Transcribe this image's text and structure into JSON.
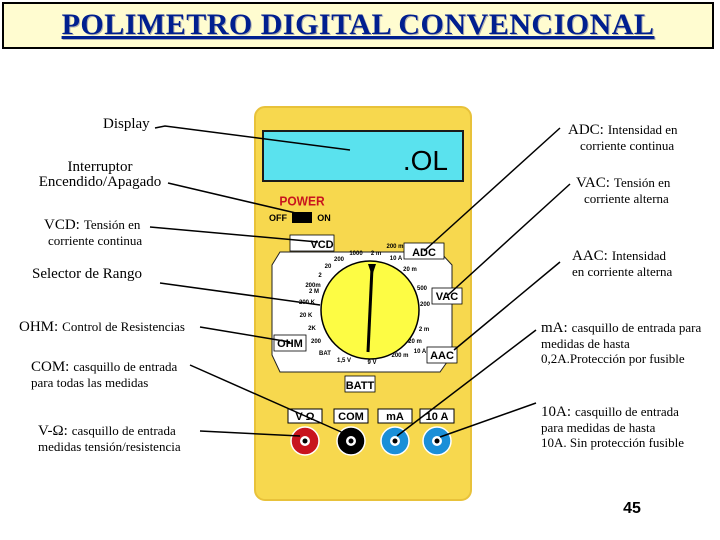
{
  "title": "POLIMETRO DIGITAL CONVENCIONAL",
  "page_number": "45",
  "display": {
    "reading": ".OL"
  },
  "power": {
    "label": "POWER",
    "off": "OFF",
    "on": "ON"
  },
  "dial": {
    "sections": {
      "vcd": "VCD",
      "adc": "ADC",
      "vac": "VAC",
      "ohm": "OHM",
      "aac": "AAC",
      "batt": "BATT"
    },
    "ranges": {
      "v1000": "1000",
      "v200": "200",
      "v20": "20",
      "v2": "2",
      "v200m": "200m",
      "a2m": "2 m",
      "a10a": "10 A",
      "a200m": "200 m",
      "a20m": "20 m",
      "vac200": "200",
      "vac500": "500",
      "o2m": "2 M",
      "o200k": "200 K",
      "o20k": "20 K",
      "o2k": "2K",
      "o200": "200",
      "aac2m": "2 m",
      "aac20m": "20 m",
      "aac200m": "200 m",
      "aac10a": "10 A",
      "b15": "1,5 V",
      "b9": "9 V",
      "bat": "BAT"
    }
  },
  "jacks": [
    {
      "label": "V Ω",
      "color": "#c8141e"
    },
    {
      "label": "COM",
      "color": "#000000"
    },
    {
      "label": "mA",
      "color": "#1a8fd8"
    },
    {
      "label": "10 A",
      "color": "#1a8fd8"
    }
  ],
  "colors": {
    "body": "#f7d84e",
    "display": "#5ae2ee",
    "knob": "#fdfc44",
    "title": "#001f8f",
    "power": "#c8141e"
  },
  "labels": {
    "display": "Display",
    "switch": {
      "line1": "Interruptor",
      "line2": "Encendido/Apagado"
    },
    "vcd": {
      "key": "VCD:",
      "text": "Tensión en",
      "line2": "corriente continua"
    },
    "selector": "Selector de Rango",
    "ohm": {
      "key": "OHM:",
      "text": "Control de Resistencias"
    },
    "com": {
      "key": "COM:",
      "text": "casquillo de entrada",
      "line2": "para todas las medidas"
    },
    "v": {
      "key": "V-Ω:",
      "text": "casquillo de entrada",
      "line2": "medidas tensión/resistencia"
    },
    "adc": {
      "key": "ADC:",
      "text": "Intensidad en",
      "line2": "corriente continua"
    },
    "vac": {
      "key": "VAC:",
      "text": "Tensión en",
      "line2": "corriente alterna"
    },
    "aac": {
      "key": "AAC:",
      "text": "Intensidad",
      "line2": "en corriente alterna"
    },
    "ma": {
      "key": "mA:",
      "text": "casquillo de entrada para",
      "line2": "medidas de hasta",
      "line3": "0,2A.Protección por fusible"
    },
    "a10": {
      "key": "10A:",
      "text": "casquillo de entrada",
      "line2": "para medidas de hasta",
      "line3": "10A. Sin protección fusible"
    }
  }
}
